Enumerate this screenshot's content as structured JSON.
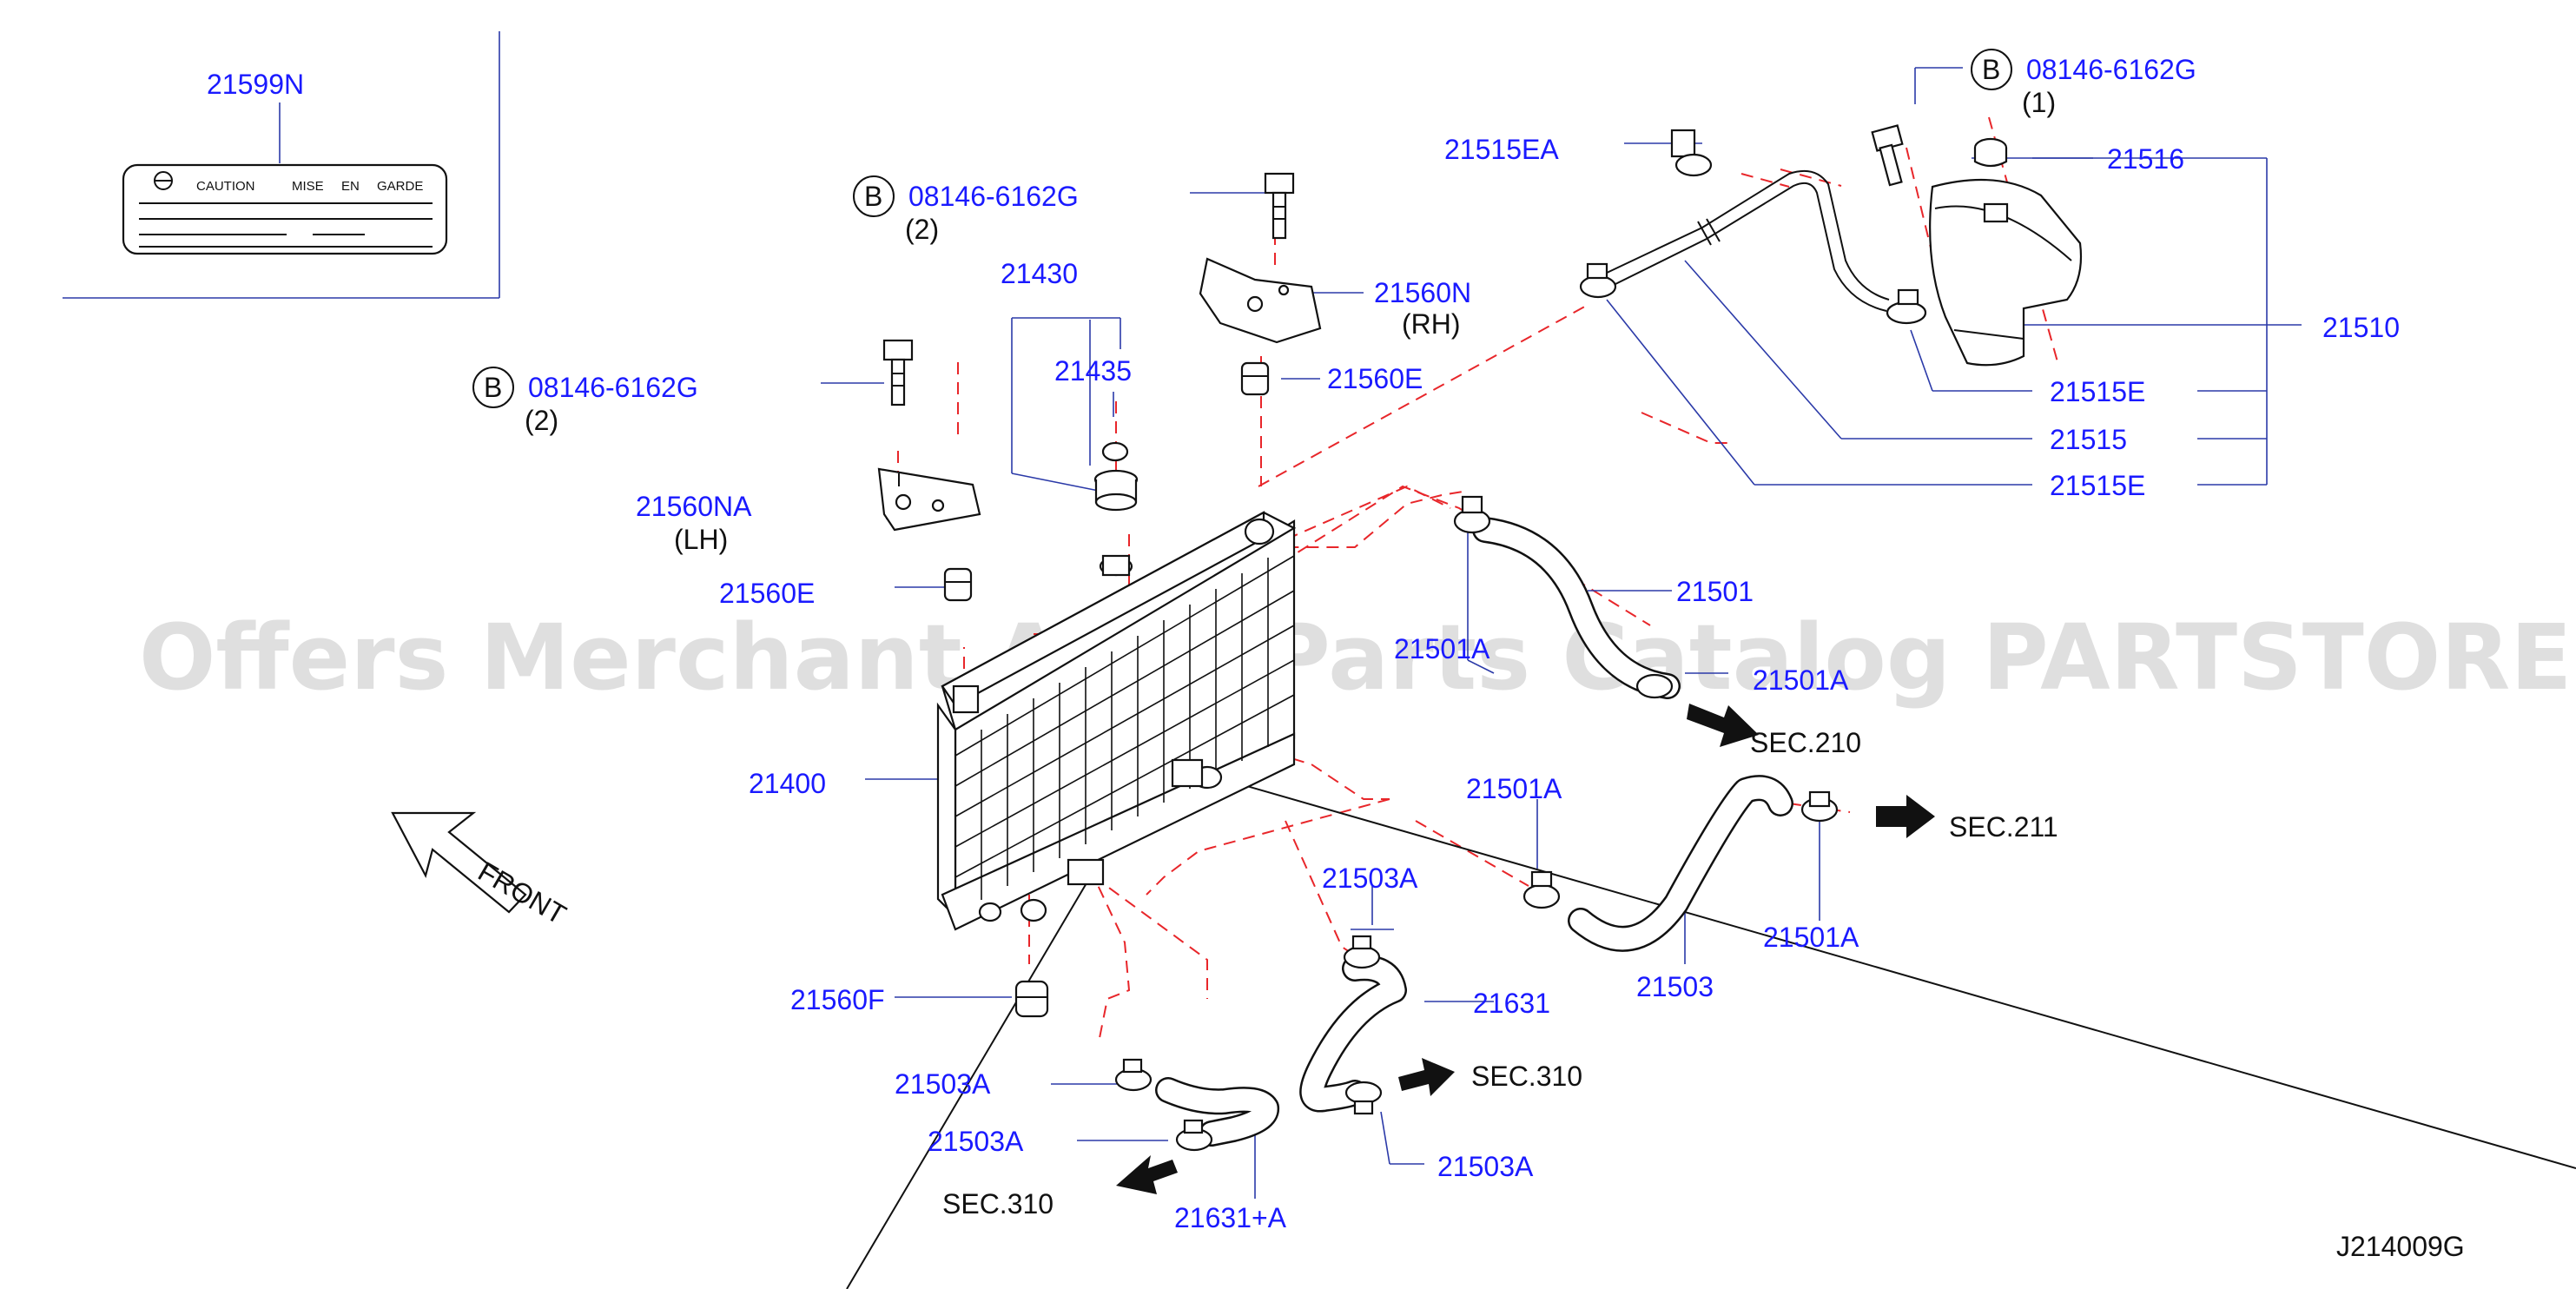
{
  "labels": {
    "l21599N": "21599N",
    "caution": "CAUTION",
    "mise": "MISE",
    "en": "EN",
    "garde": "GARDE",
    "bolt_c": "B",
    "bolt_c_num": "08146-6162G",
    "bolt_c_qty": "(2)",
    "bolt_l": "B",
    "bolt_l_num": "08146-6162G",
    "bolt_l_qty": "(2)",
    "bolt_r": "B",
    "bolt_r_num": "08146-6162G",
    "bolt_r_qty": "(1)",
    "l21430": "21430",
    "l21435": "21435",
    "l21560N": "21560N",
    "rh": "(RH)",
    "l21560E_top": "21560E",
    "l21560NA": "21560NA",
    "lh": "(LH)",
    "l21560E_left": "21560E",
    "l21515EA": "21515EA",
    "l21516": "21516",
    "l21510": "21510",
    "l21515E_a": "21515E",
    "l21515": "21515",
    "l21515E_b": "21515E",
    "l21501": "21501",
    "l21501A_a": "21501A",
    "l21501A_b": "21501A",
    "sec210": "SEC.210",
    "l21400": "21400",
    "l21501A_c": "21501A",
    "sec211": "SEC.211",
    "l21501A_d": "21501A",
    "l21503": "21503",
    "l21503A_a": "21503A",
    "l21631": "21631",
    "sec310_r": "SEC.310",
    "l21503A_b": "21503A",
    "l21560F": "21560F",
    "l21503A_c": "21503A",
    "l21503A_d": "21503A",
    "sec310_l": "SEC.310",
    "l21631A": "21631+A",
    "front": "FRONT",
    "code": "J214009G"
  },
  "watermark": "Offers Merchant Auto Parts Catalog PARTSTORE.SA",
  "colors": {
    "label": "#1a1aff",
    "leader": "#2b3aa8",
    "dashed": "#e8262a",
    "line": "#111111",
    "watermark": "#d4d4d4"
  }
}
